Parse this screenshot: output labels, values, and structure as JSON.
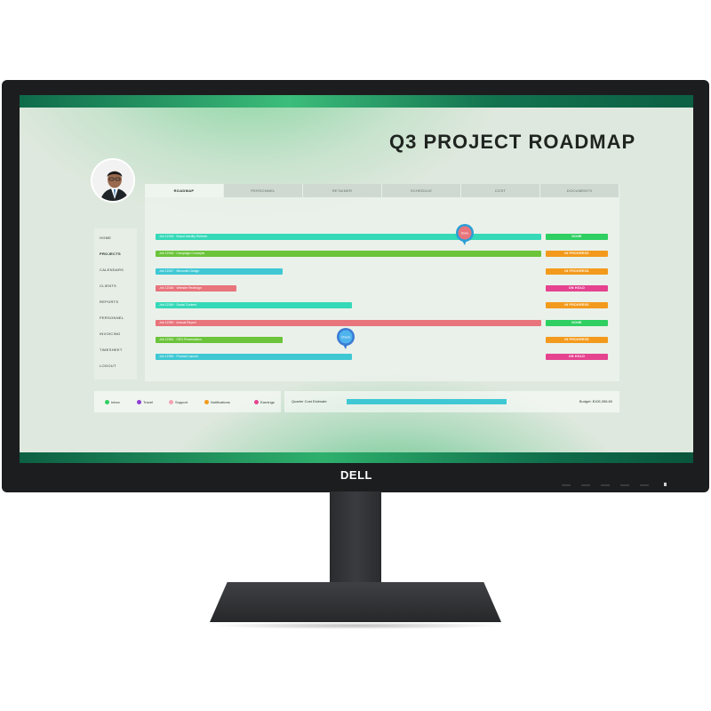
{
  "screen": {
    "title": "Q3 PROJECT ROADMAP",
    "brand": "DELL"
  },
  "sidebar": {
    "items": [
      {
        "label": "HOME",
        "active": false
      },
      {
        "label": "PROJECTS",
        "active": true
      },
      {
        "label": "CALENDARS",
        "active": false
      },
      {
        "label": "CLIENTS",
        "active": false
      },
      {
        "label": "REPORTS",
        "active": false
      },
      {
        "label": "PERSONNEL",
        "active": false
      },
      {
        "label": "INVOICING",
        "active": false
      },
      {
        "label": "TIMESHEET",
        "active": false
      },
      {
        "label": "LOGOUT",
        "active": false
      }
    ]
  },
  "tabs": [
    {
      "label": "ROADMAP",
      "active": true
    },
    {
      "label": "PERSONNEL",
      "active": false
    },
    {
      "label": "RETAINER",
      "active": false
    },
    {
      "label": "SCHEDULE",
      "active": false
    },
    {
      "label": "COST",
      "active": false
    },
    {
      "label": "DOCUMENTS",
      "active": false
    }
  ],
  "roadmap": {
    "rows": [
      {
        "label": "Job 12345 · Brand Identity Refresh",
        "bar_color": "#35d9b8",
        "progress": 1.0,
        "status": "DONE",
        "status_color": "#2fcf62"
      },
      {
        "label": "Job 12346 · Campaign Concepts",
        "bar_color": "#6bc43a",
        "progress": 1.0,
        "status": "IN PROGRESS",
        "status_color": "#f39a1c"
      },
      {
        "label": "Job 12347 · Microsite Design",
        "bar_color": "#3fc8d4",
        "progress": 0.33,
        "status": "IN PROGRESS",
        "status_color": "#f39a1c"
      },
      {
        "label": "Job 12348 · Website Redesign",
        "bar_color": "#e8747c",
        "progress": 0.21,
        "status": "ON HOLD",
        "status_color": "#e5438f"
      },
      {
        "label": "Job 12349 · Social Content",
        "bar_color": "#35d9b8",
        "progress": 0.51,
        "status": "IN PROGRESS",
        "status_color": "#f39a1c"
      },
      {
        "label": "Job 12350 · Annual Report",
        "bar_color": "#e8747c",
        "progress": 1.0,
        "status": "DONE",
        "status_color": "#2fcf62"
      },
      {
        "label": "Job 12351 · CEO Presentation",
        "bar_color": "#6bc43a",
        "progress": 0.33,
        "status": "IN PROGRESS",
        "status_color": "#f39a1c"
      },
      {
        "label": "Job 12352 · Product Launch",
        "bar_color": "#3fc8d4",
        "progress": 0.51,
        "status": "ON HOLD",
        "status_color": "#e5438f"
      }
    ],
    "pins": [
      {
        "label": "Done",
        "color": "#e8747c",
        "ring": "#2a9fd6"
      },
      {
        "label": "Check",
        "color": "#4fb4ee",
        "ring": "#3a7bd5"
      }
    ]
  },
  "legend": [
    {
      "label": "Inbox",
      "color": "#2fcf62"
    },
    {
      "label": "Travel",
      "color": "#8e3fd3"
    },
    {
      "label": "Support",
      "color": "#f2a3b3"
    },
    {
      "label": "Notifications",
      "color": "#f39a1c"
    },
    {
      "label": "Earnings",
      "color": "#e5438f"
    }
  ],
  "budget": {
    "label": "Quarter Cost Estimate",
    "fill_fraction": 0.99,
    "total": "Budget: $105,356.80",
    "bar_color": "#3fc8d4"
  }
}
